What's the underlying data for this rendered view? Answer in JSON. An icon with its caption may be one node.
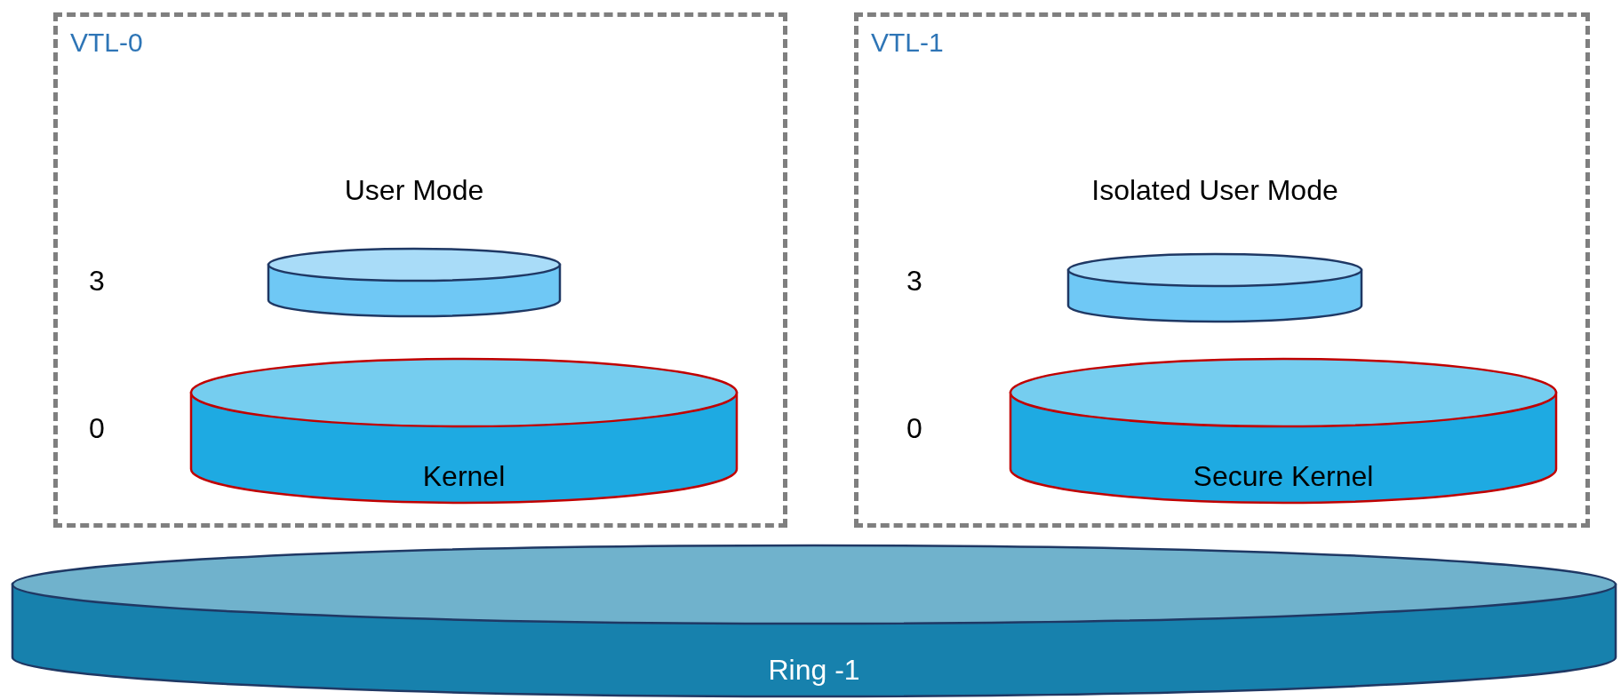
{
  "diagram": {
    "nodes": [
      {
        "text": [
          "VTL-0"
        ]
      },
      {
        "text": [
          "User Mode"
        ],
        "in": 0
      },
      {
        "text": [
          "Kernel"
        ],
        "in": 0
      },
      {
        "text": [
          "VTL-1"
        ]
      },
      {
        "text": [
          "Isolated User Mode"
        ],
        "in": 3
      },
      {
        "text": [
          "Secure Kernel"
        ],
        "in": 3
      },
      {
        "text": [
          "Ring -1"
        ]
      }
    ],
    "edges": [],
    "labels": [
      "3",
      "0",
      "3",
      "0"
    ]
  }
}
